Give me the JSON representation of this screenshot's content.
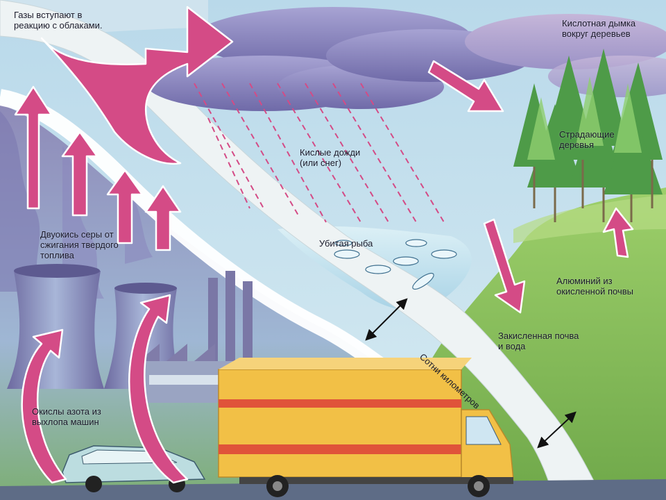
{
  "labels": {
    "gases_react": "Газы вступают в\nреакцию с облаками.",
    "acid_haze": "Кислотная дымка\nвокруг деревьев",
    "acid_rain": "Кислые дожди\n(или снег)",
    "suffering_trees": "Страдающие\nдеревья",
    "sulfur_dioxide": "Двуокись серы от\nсжигания твердого\nтоплива",
    "dead_fish": "Убитая рыба",
    "aluminum": "Алюминий из\nокисленной почвы",
    "acidified": "Закисленная почва\nи вода",
    "nitrogen_oxides": "Окислы азота из\nвыхлопа машин",
    "distance": "Сотни километров"
  },
  "colors": {
    "sky": "#a9cfe3",
    "cloud": "#8f8cc0",
    "arrow": "#d44b86",
    "band": "#eef3f4",
    "grass": "#8cc05a",
    "truck": "#f2c046",
    "truck_stripe": "#e0533a",
    "lake": "#cfe8f2",
    "tree": "#5fae55"
  }
}
